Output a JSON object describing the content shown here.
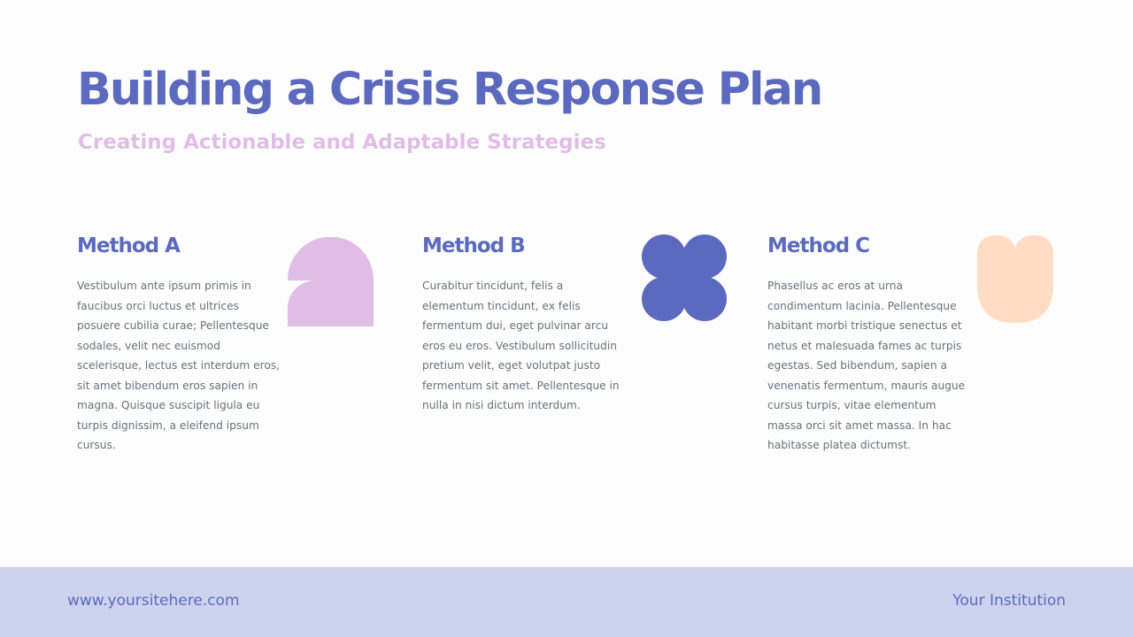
{
  "colors": {
    "background": "#fdfdfe",
    "title": "#5b69bf",
    "subtitle": "#dfbde5",
    "body_text": "#6b6f7a",
    "shape_a": "#dfbde5",
    "shape_b": "#5b69bf",
    "shape_c": "#fedcc4",
    "footer_bg": "#cdd3ef",
    "footer_text": "#5b69bf"
  },
  "header": {
    "title": "Building a Crisis Response Plan",
    "subtitle": "Creating Actionable and Adaptable Strategies"
  },
  "methods": [
    {
      "title": "Method A",
      "body": "Vestibulum ante ipsum primis in faucibus orci luctus et ultrices posuere cubilia curae; Pellentesque sodales, velit nec euismod scelerisque, lectus est interdum eros, sit amet bibendum eros sapien in magna. Quisque suscipit ligula eu turpis dignissim, a eleifend ipsum cursus.",
      "icon": "arch-shape-icon"
    },
    {
      "title": "Method B",
      "body": "Curabitur tincidunt, felis a elementum tincidunt, ex felis fermentum dui, eget pulvinar arcu eros eu eros. Vestibulum sollicitudin pretium velit, eget volutpat justo fermentum sit amet. Pellentesque in nulla in nisi dictum interdum.",
      "icon": "four-circle-flower-icon"
    },
    {
      "title": "Method C",
      "body": "Phasellus ac eros at urna condimentum lacinia. Pellentesque habitant morbi tristique senectus et netus et malesuada fames ac turpis egestas. Sed bibendum, sapien a venenatis fermentum, mauris augue cursus turpis, vitae elementum massa orci sit amet massa. In hac habitasse platea dictumst.",
      "icon": "tulip-shape-icon"
    }
  ],
  "footer": {
    "website": "www.yoursitehere.com",
    "institution": "Your Institution"
  }
}
